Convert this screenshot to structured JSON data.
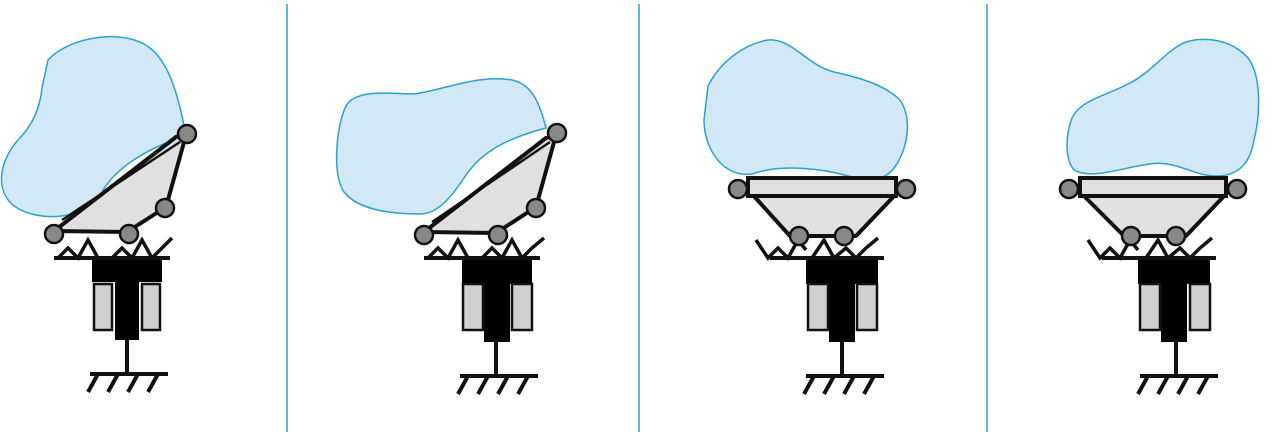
{
  "figure": {
    "panel_count": 4,
    "colors": {
      "object_fill": "#d2e8f6",
      "object_stroke": "#2aa2d0",
      "link_fill": "#e0e0e0",
      "joint_fill": "#888888",
      "stroke": "#111111",
      "body": "#000000",
      "piston_fill": "#d0d0d0",
      "divider": "#2aa2d0"
    },
    "panels": [
      {
        "id": "panel-1",
        "link_orientation": "tilted-left"
      },
      {
        "id": "panel-2",
        "link_orientation": "tilted-left"
      },
      {
        "id": "panel-3",
        "link_orientation": "horizontal"
      },
      {
        "id": "panel-4",
        "link_orientation": "horizontal"
      }
    ]
  }
}
